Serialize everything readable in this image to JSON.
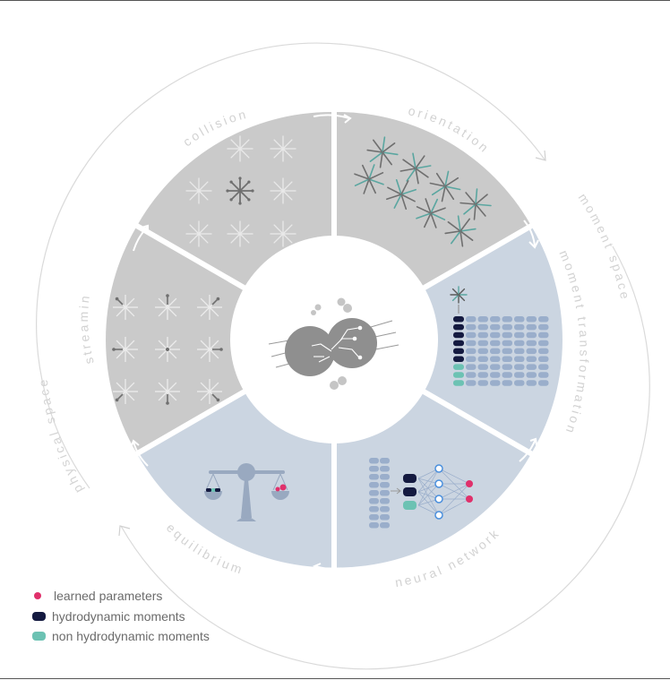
{
  "labels": {
    "collision": "collision",
    "orientation": "orientation",
    "moment_transformation": "moment transformation",
    "neural_network": "neural network",
    "equilibrium": "equilibrium",
    "streaming": "streaming",
    "physical_space": "physical space",
    "moment_space": "moment space"
  },
  "legend": [
    {
      "label": "learned parameters",
      "swatch": "dot",
      "color": "#e0306b"
    },
    {
      "label": "hydrodynamic moments",
      "swatch": "pill",
      "color": "#141a40"
    },
    {
      "label": "non hydrodynamic moments",
      "swatch": "pill",
      "color": "#6cc2b3"
    }
  ],
  "colors": {
    "physical_sector": "#cacaca",
    "moment_sector": "#cbd5e1",
    "ring": "#dcdcdc",
    "hub_circles": "#8f8f8f",
    "network_nodes": "#4a8fdd",
    "cell": "#9aaecb",
    "balance": "#99a9c0"
  }
}
